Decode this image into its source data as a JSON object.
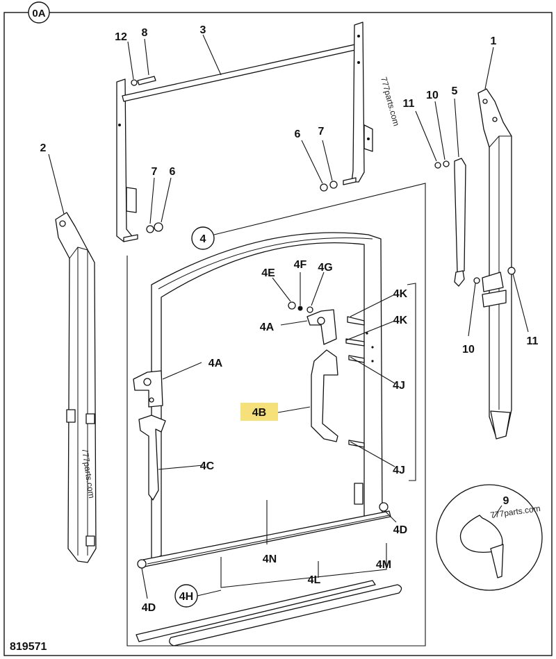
{
  "diagram": {
    "reference_number": "819571",
    "watermark": "777parts.com",
    "view_badge": "0A",
    "group_badges": {
      "door": "4",
      "kit": "4H"
    },
    "highlight_color": "#f5e07a",
    "labels": {
      "p1": "1",
      "p2": "2",
      "p3": "3",
      "p5": "5",
      "p6a": "6",
      "p6b": "6",
      "p7a": "7",
      "p7b": "7",
      "p8": "8",
      "p9": "9",
      "p10a": "10",
      "p10b": "10",
      "p11a": "11",
      "p11b": "11",
      "p12": "12",
      "p4a_top": "4A",
      "p4a_left": "4A",
      "p4b": "4B",
      "p4c": "4C",
      "p4d_right": "4D",
      "p4d_left": "4D",
      "p4e": "4E",
      "p4f": "4F",
      "p4g": "4G",
      "p4j_top": "4J",
      "p4j_bottom": "4J",
      "p4k_top": "4K",
      "p4k_bottom": "4K",
      "p4l": "4L",
      "p4m": "4M",
      "p4n": "4N"
    }
  }
}
